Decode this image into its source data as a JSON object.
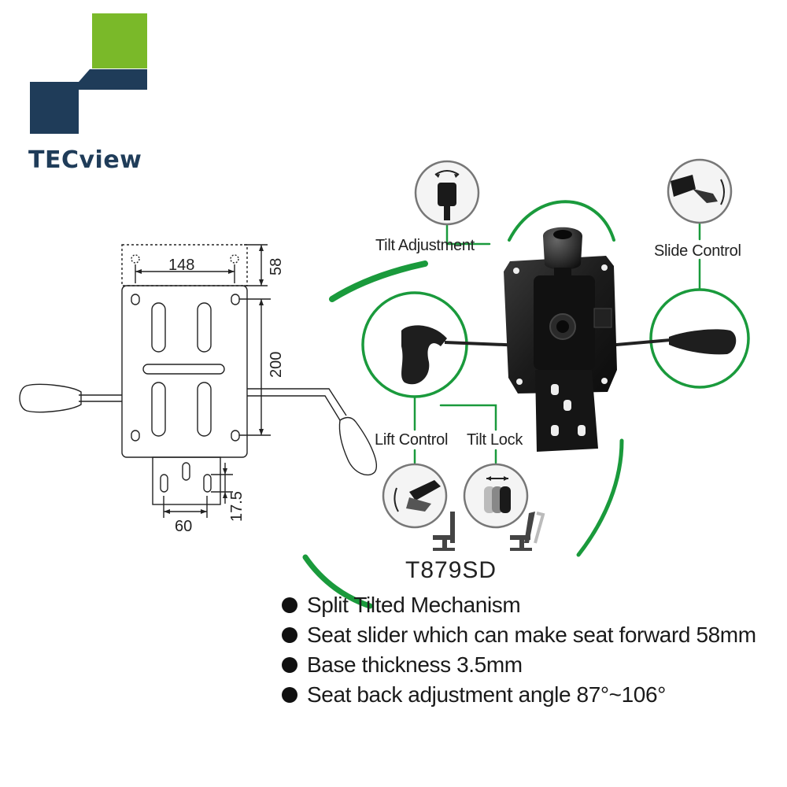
{
  "brand": {
    "name": "TECview",
    "colors": {
      "green": "#7ab929",
      "navy": "#1f3c59"
    }
  },
  "accent_color": "#1a9a3c",
  "dimensions": {
    "seat_slide": "58",
    "hole_spacing_width": "148",
    "hole_spacing_height": "200",
    "base_slot_spacing": "60",
    "base_slot_length": "17.5"
  },
  "callouts": {
    "tilt_adjustment": "Tilt Adjustment",
    "slide_control": "Slide Control",
    "lift_control": "Lift Control",
    "tilt_lock": "Tilt Lock"
  },
  "model": "T879SD",
  "features": [
    "Split Tilted  Mechanism",
    "Seat slider which can make seat forward 58mm",
    "Base thickness 3.5mm",
    "Seat back adjustment angle 87°~106°"
  ]
}
